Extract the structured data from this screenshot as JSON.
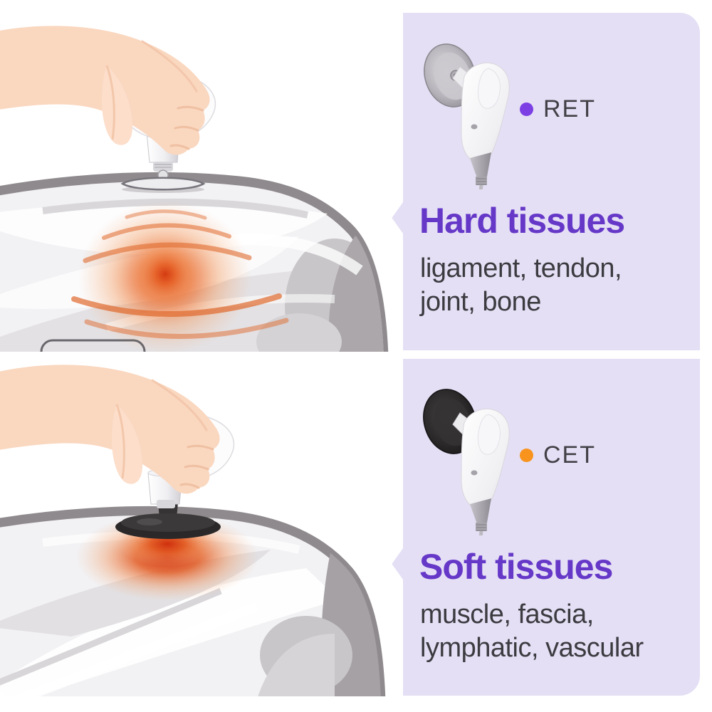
{
  "colors": {
    "page_bg": "#FFFFFF",
    "panel_bg": "#E4DFF5",
    "title_purple": "#6638C8",
    "text_dark": "#3C3B40",
    "label_dark": "#434147",
    "ret_dot": "#7C3FE4",
    "cet_dot": "#F8941E",
    "glow_orange": "#E8551E",
    "body_outline_gray": "#8F8A8D",
    "skin_tone": "#FAD7BF"
  },
  "panels": [
    {
      "mode_label": "RET",
      "dot_color": "#7C3FE4",
      "title": "Hard tissues",
      "description_lines": [
        "ligament, tendon,",
        "joint, bone"
      ],
      "probe_icon": "ret-metal-disc-probe-icon"
    },
    {
      "mode_label": "CET",
      "dot_color": "#F8941E",
      "title": "Soft tissues",
      "description_lines": [
        "muscle, fascia,",
        "lymphatic, vascular"
      ],
      "probe_icon": "cet-black-rubber-disc-probe-icon"
    }
  ],
  "illustrations": [
    {
      "name": "ret-deep-heating-illustration"
    },
    {
      "name": "cet-surface-heating-illustration"
    }
  ]
}
